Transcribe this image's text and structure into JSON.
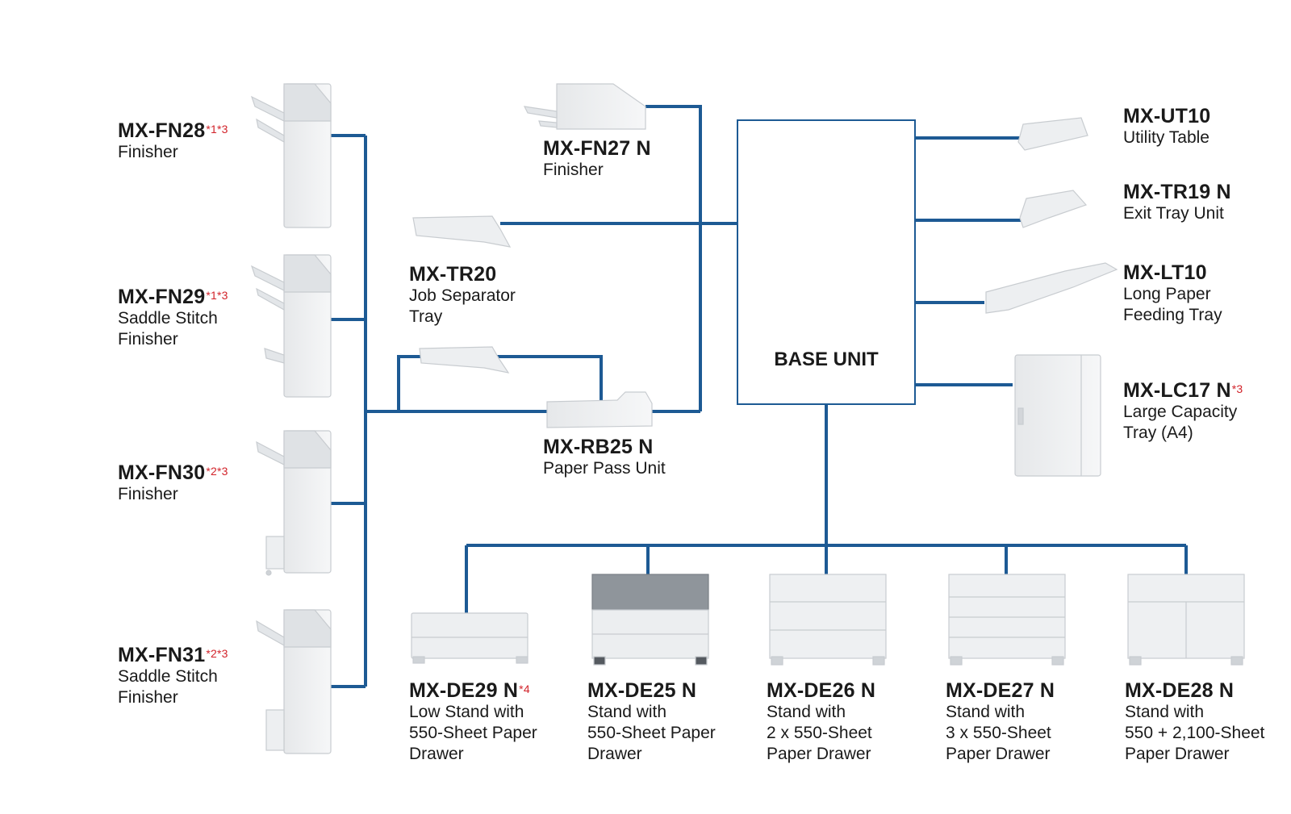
{
  "colors": {
    "connector": "#1d5a94",
    "footnote": "#d2232a",
    "device_body": "#eef0f2",
    "device_edge": "#c8ccd0"
  },
  "base_unit": {
    "label": "BASE UNIT"
  },
  "finishers": [
    {
      "code": "MX-FN28",
      "note": "*1*3",
      "lines": [
        "Finisher"
      ]
    },
    {
      "code": "MX-FN29",
      "note": "*1*3",
      "lines": [
        "Saddle Stitch",
        "Finisher"
      ]
    },
    {
      "code": "MX-FN30",
      "note": "*2*3",
      "lines": [
        "Finisher"
      ]
    },
    {
      "code": "MX-FN31",
      "note": "*2*3",
      "lines": [
        "Saddle Stitch",
        "Finisher"
      ]
    }
  ],
  "middle": [
    {
      "code": "MX-FN27 N",
      "note": "",
      "lines": [
        "Finisher"
      ]
    },
    {
      "code": "MX-TR20",
      "note": "",
      "lines": [
        "Job Separator",
        "Tray"
      ]
    },
    {
      "code": "MX-RB25 N",
      "note": "",
      "lines": [
        "Paper Pass Unit"
      ]
    }
  ],
  "right": [
    {
      "code": "MX-UT10",
      "note": "",
      "lines": [
        "Utility Table"
      ]
    },
    {
      "code": "MX-TR19 N",
      "note": "",
      "lines": [
        "Exit Tray Unit"
      ]
    },
    {
      "code": "MX-LT10",
      "note": "",
      "lines": [
        "Long Paper",
        "Feeding Tray"
      ]
    },
    {
      "code": "MX-LC17 N",
      "note": "*3",
      "lines": [
        "Large Capacity",
        "Tray (A4)"
      ]
    }
  ],
  "stands": [
    {
      "code": "MX-DE29 N",
      "note": "*4",
      "lines": [
        "Low Stand with",
        "550-Sheet Paper",
        "Drawer"
      ]
    },
    {
      "code": "MX-DE25 N",
      "note": "",
      "lines": [
        "Stand with",
        "550-Sheet Paper",
        "Drawer"
      ]
    },
    {
      "code": "MX-DE26 N",
      "note": "",
      "lines": [
        "Stand with",
        "2 x 550-Sheet",
        "Paper Drawer"
      ]
    },
    {
      "code": "MX-DE27 N",
      "note": "",
      "lines": [
        "Stand with",
        "3 x 550-Sheet",
        "Paper Drawer"
      ]
    },
    {
      "code": "MX-DE28 N",
      "note": "",
      "lines": [
        "Stand with",
        "550 + 2,100-Sheet",
        "Paper Drawer"
      ]
    }
  ]
}
